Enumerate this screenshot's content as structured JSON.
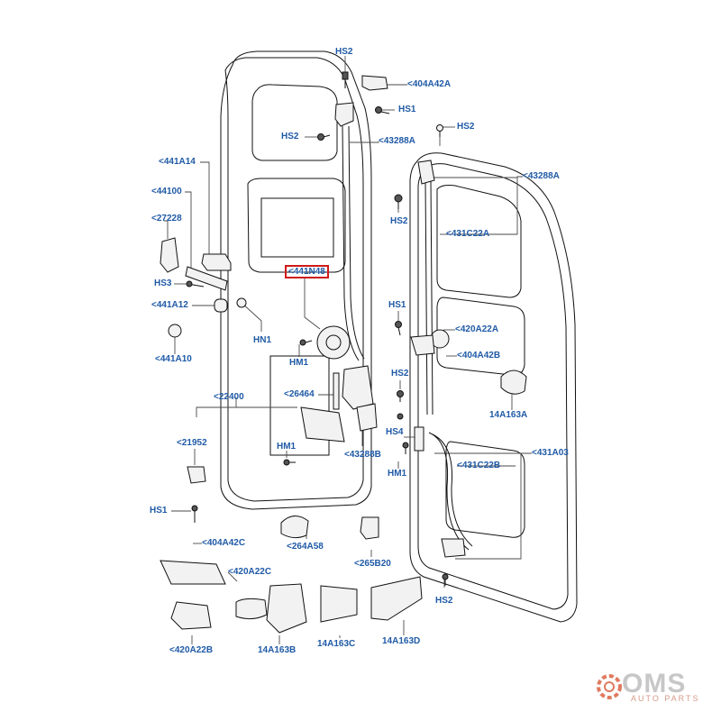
{
  "labels": {
    "hs2_top": "HS2",
    "a404a42a": "<404A42A",
    "hs1_top": "HS1",
    "hs2_left": "HS2",
    "a43288a_top": "<43288A",
    "hs2_right": "HS2",
    "a441a14": "<441A14",
    "a43288a_right": "<43288A",
    "a44100": "<44100",
    "hs2_mid": "HS2",
    "a27228": "<27228",
    "a431c22a": "<431C22A",
    "a441n48": "<441N48",
    "hs3": "HS3",
    "a441a12": "<441A12",
    "hs1_mid": "HS1",
    "a420a22a": "<420A22A",
    "hn1": "HN1",
    "a404a42b": "<404A42B",
    "a441a10": "<441A10",
    "hm1_a": "HM1",
    "hs2_lower": "HS2",
    "a26464": "<26464",
    "a22400": "<22400",
    "a14a163a": "14A163A",
    "hs4": "HS4",
    "a21952": "<21952",
    "hm1_b": "HM1",
    "a43288b": "<43288B",
    "a431a03": "<431A03",
    "hm1_c": "HM1",
    "a431c22b": "<431C22B",
    "hs1_low": "HS1",
    "a264a58": "<264A58",
    "a404a42c": "<404A42C",
    "a265b20": "<265B20",
    "a420a22c": "<420A22C",
    "hs2_bottom": "HS2",
    "a420a22b": "<420A22B",
    "a14a163b": "14A163B",
    "a14a163c": "14A163C",
    "a14a163d": "14A163D"
  },
  "watermark": {
    "brand": "OMS",
    "tagline": "AUTO PARTS"
  },
  "colors": {
    "label": "#1f5aa6",
    "highlight": "#d01919",
    "lines": "#111111"
  }
}
